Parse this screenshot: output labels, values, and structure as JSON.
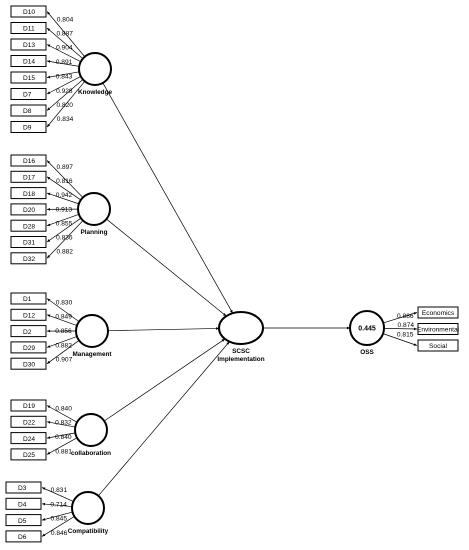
{
  "diagram": {
    "constructs": [
      {
        "id": "knowledge",
        "label": "Knowledge",
        "indicators": [
          "D10",
          "D11",
          "D13",
          "D14",
          "D15",
          "D7",
          "D8",
          "D9"
        ],
        "loadings": [
          "0.804",
          "0.887",
          "0.904",
          "0.891",
          "0.843",
          "0.928",
          "0.820",
          "0.834"
        ]
      },
      {
        "id": "planning",
        "label": "Planning",
        "indicators": [
          "D16",
          "D17",
          "D18",
          "D20",
          "D28",
          "D31",
          "D32"
        ],
        "loadings": [
          "0.897",
          "0.816",
          "0.942",
          "0.913",
          "0.855",
          "0.836",
          "0.882"
        ]
      },
      {
        "id": "management",
        "label": "Management",
        "indicators": [
          "D1",
          "D12",
          "D2",
          "D29",
          "D30"
        ],
        "loadings": [
          "0.830",
          "0.849",
          "0.856",
          "0.882",
          "0.907"
        ]
      },
      {
        "id": "collaboration",
        "label": "collaboration",
        "indicators": [
          "D19",
          "D22",
          "D24",
          "D25"
        ],
        "loadings": [
          "0.840",
          "0.832",
          "0.840",
          "0.881"
        ]
      },
      {
        "id": "compatibility",
        "label": "Compatibility",
        "indicators": [
          "D3",
          "D4",
          "D5",
          "D6"
        ],
        "loadings": [
          "0.831",
          "0.714",
          "0.845",
          "0.846"
        ]
      }
    ],
    "scsc": {
      "label_line1": "SCSC",
      "label_line2": "Implementation"
    },
    "oss": {
      "label": "OSS",
      "value": "0.445",
      "outcomes": [
        "Economics",
        "Environmental",
        "Social"
      ],
      "loadings": [
        "0.886",
        "0.874",
        "0.815"
      ]
    }
  }
}
